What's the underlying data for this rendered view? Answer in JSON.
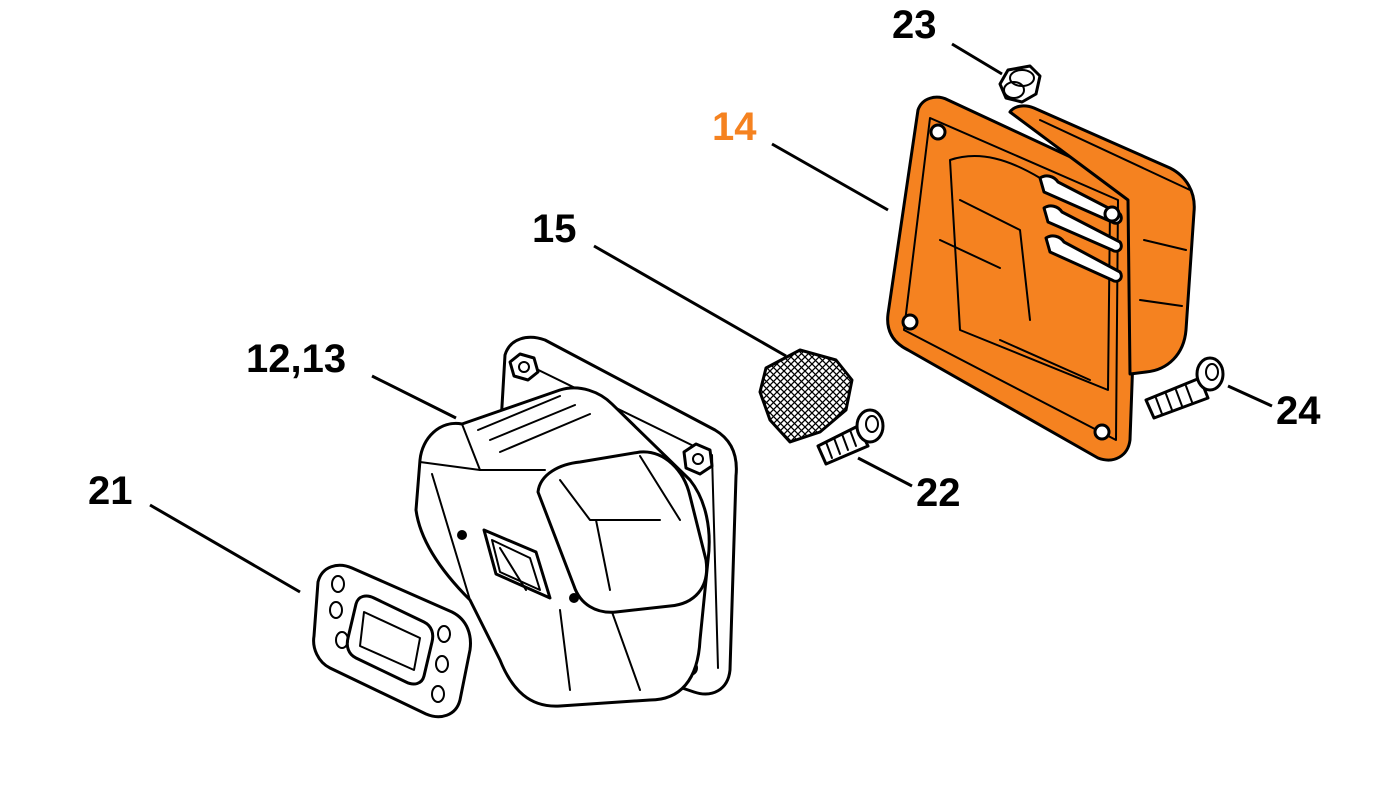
{
  "labels": {
    "p23": "23",
    "p14": "14",
    "p15": "15",
    "p1213": "12,13",
    "p21": "21",
    "p22": "22",
    "p24": "24"
  },
  "colors": {
    "highlight": "#f58220",
    "ink": "#000000",
    "paper": "#ffffff"
  }
}
